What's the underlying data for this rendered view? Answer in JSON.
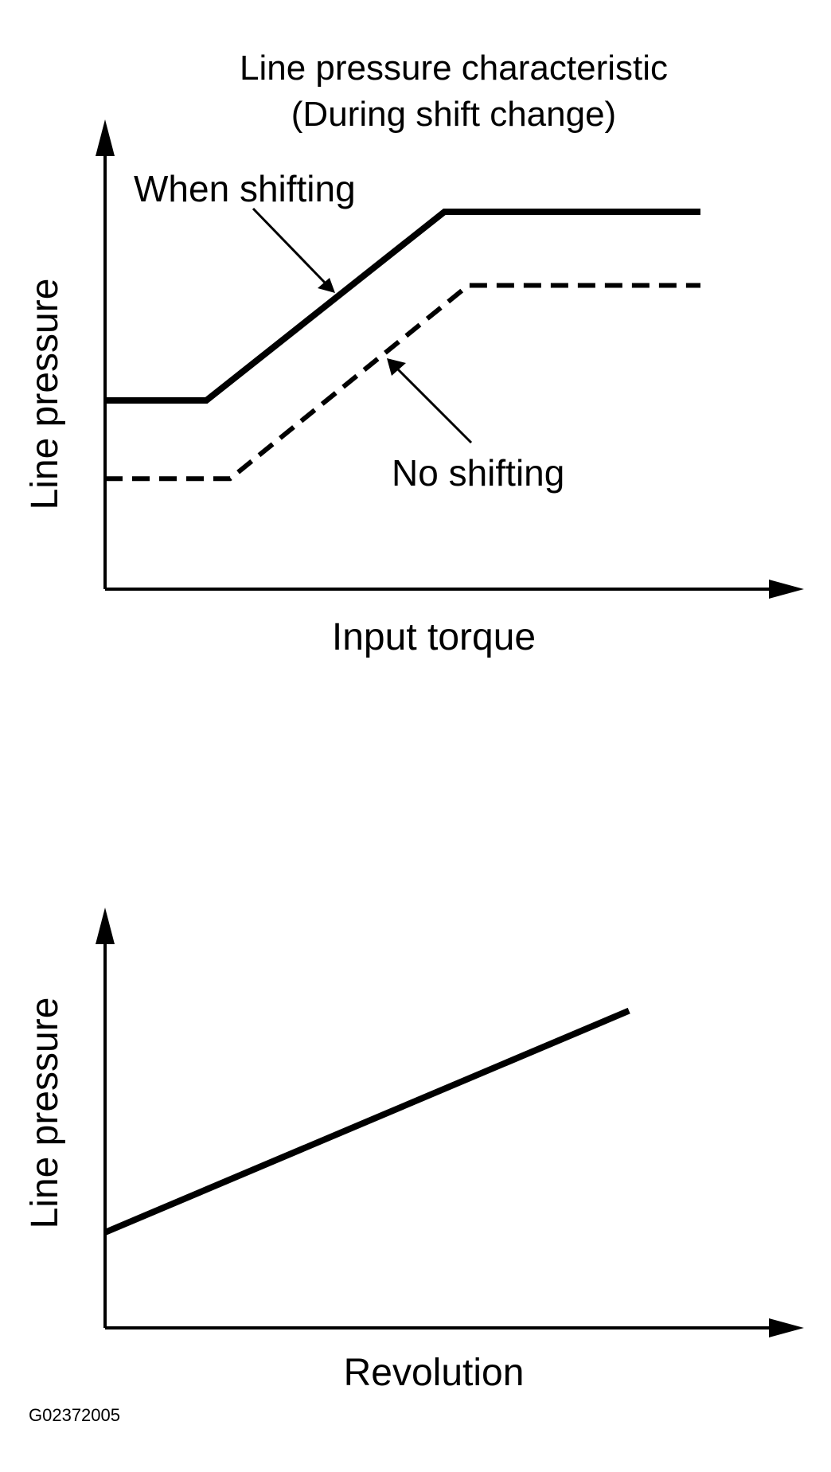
{
  "figure_code": "G02372005",
  "chart_data": [
    {
      "type": "line",
      "title": "Line pressure characteristic",
      "subtitle": "(During shift change)",
      "xlabel": "Input torque",
      "ylabel": "Line pressure",
      "xlim": [
        0,
        100
      ],
      "ylim": [
        0,
        100
      ],
      "grid": false,
      "ticks": false,
      "series": [
        {
          "name": "When shifting",
          "style": "solid",
          "x": [
            0,
            17,
            57,
            100
          ],
          "y": [
            41,
            41,
            82,
            82
          ]
        },
        {
          "name": "No shifting",
          "style": "dashed",
          "x": [
            0,
            21,
            61,
            100
          ],
          "y": [
            24,
            24,
            66,
            66
          ]
        }
      ]
    },
    {
      "type": "line",
      "title": "",
      "xlabel": "Revolution",
      "ylabel": "Line pressure",
      "xlim": [
        0,
        100
      ],
      "ylim": [
        0,
        100
      ],
      "grid": false,
      "ticks": false,
      "series": [
        {
          "name": "",
          "style": "solid",
          "x": [
            0,
            88
          ],
          "y": [
            25,
            83
          ]
        }
      ]
    }
  ]
}
